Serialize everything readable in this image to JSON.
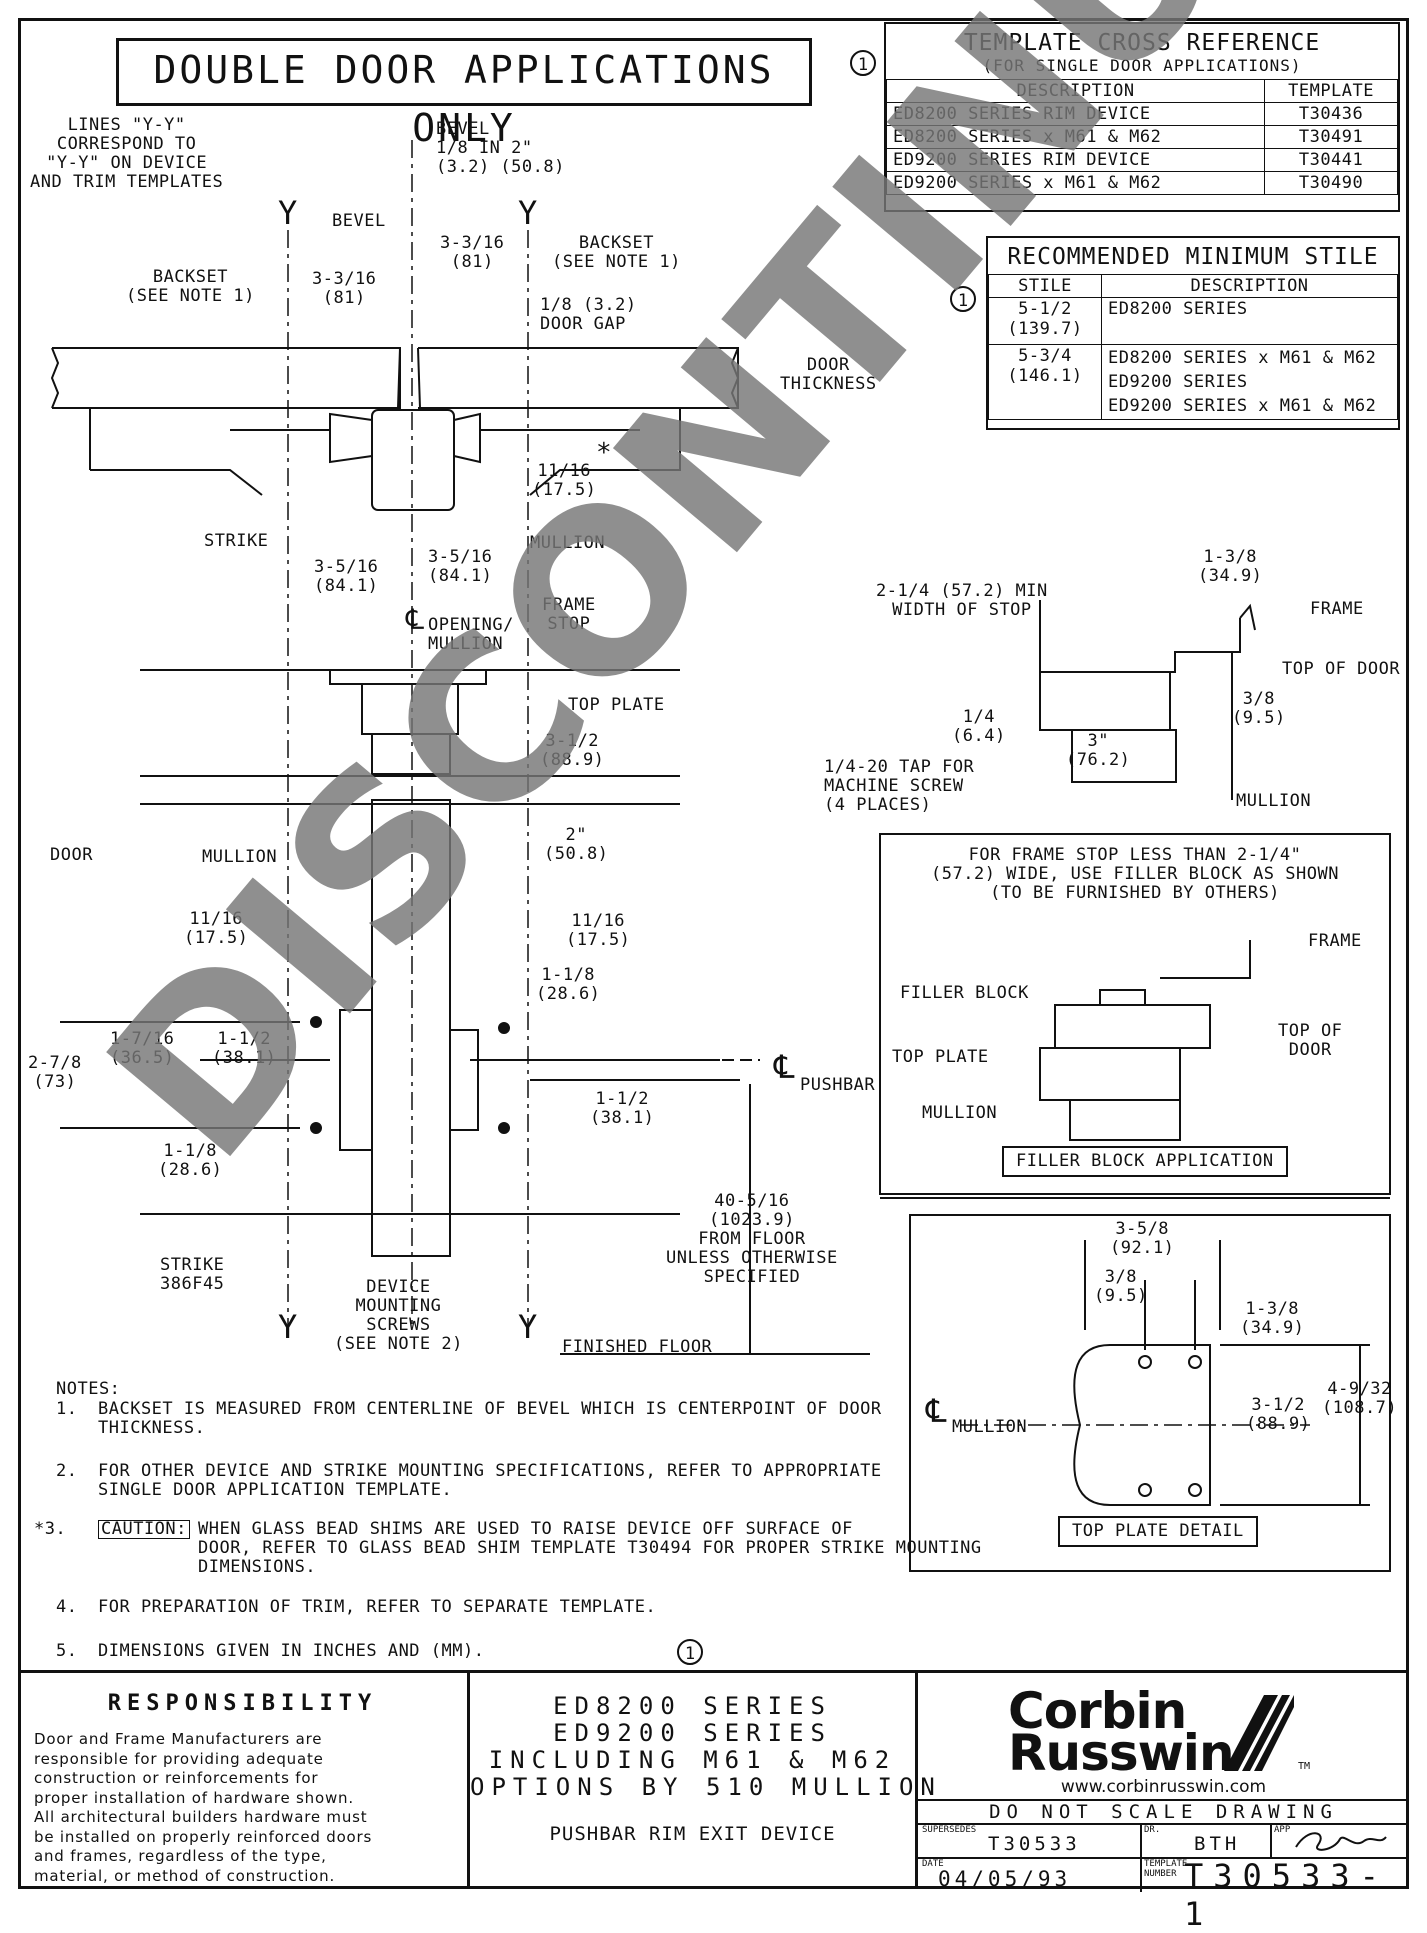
{
  "title": "DOUBLE DOOR APPLICATIONS ONLY",
  "revision_mark": "1",
  "watermark": "DISCONTINUED",
  "template_xref": {
    "title": "TEMPLATE CROSS REFERENCE",
    "subtitle": "(FOR SINGLE DOOR APPLICATIONS)",
    "headers": [
      "DESCRIPTION",
      "TEMPLATE"
    ],
    "rows": [
      [
        "ED8200 SERIES RIM DEVICE",
        "T30436"
      ],
      [
        "ED8200 SERIES x M61 & M62",
        "T30491"
      ],
      [
        "ED9200 SERIES RIM DEVICE",
        "T30441"
      ],
      [
        "ED9200 SERIES x M61 & M62",
        "T30490"
      ]
    ]
  },
  "stile_table": {
    "title": "RECOMMENDED MINIMUM STILE",
    "headers": [
      "STILE",
      "DESCRIPTION"
    ],
    "rows": [
      {
        "stile": "5-1/2\n(139.7)",
        "description": "ED8200 SERIES"
      },
      {
        "stile": "5-3/4\n(146.1)",
        "description": "ED8200 SERIES x M61 & M62\nED9200 SERIES\nED9200 SERIES x M61 & M62"
      }
    ]
  },
  "labels": {
    "lines_yy": "LINES \"Y-Y\"\nCORRESPOND TO\n\"Y-Y\" ON DEVICE\nAND TRIM TEMPLATES",
    "bevel_top": "BEVEL\n1/8 IN 2\"\n(3.2) (50.8)",
    "y": "Y",
    "bevel": "BEVEL",
    "backset_left": "BACKSET\n(SEE NOTE 1)",
    "backset_right": "BACKSET\n(SEE NOTE 1)",
    "dim_3_3_16": "3-3/16\n(81)",
    "door_gap": "1/8 (3.2)\nDOOR GAP",
    "door_thickness": "DOOR\nTHICKNESS",
    "dim_11_16_top": "11/16\n(17.5)",
    "asterisk": "*",
    "strike": "STRIKE",
    "mullion_top": "MULLION",
    "dim_3_5_16": "3-5/16\n(84.1)",
    "cl_opening": "OPENING/\nMULLION",
    "frame_stop": "FRAME\nSTOP",
    "top_plate": "TOP PLATE",
    "dim_3_1_2": "3-1/2\n(88.9)",
    "door": "DOOR",
    "mullion": "MULLION",
    "dim_2": "2\"\n(50.8)",
    "dim_11_16": "11/16\n(17.5)",
    "dim_1_1_8": "1-1/8\n(28.6)",
    "dim_1_7_16": "1-7/16\n(36.5)",
    "dim_1_1_2": "1-1/2\n(38.1)",
    "dim_2_7_8": "2-7/8\n(73)",
    "cl_pushbar": "PUSHBAR",
    "cl_symbol": "℄",
    "dim_1_1_2_b": "1-1/2\n(38.1)",
    "dim_1_1_8_b": "1-1/8\n(28.6)",
    "dim_40": "40-5/16\n(1023.9)\nFROM FLOOR\nUNLESS OTHERWISE\nSPECIFIED",
    "strike_386": "STRIKE\n386F45",
    "device_screws": "DEVICE\nMOUNTING\nSCREWS\n(SEE NOTE 2)",
    "finished_floor": "FINISHED FLOOR",
    "stop_width": "2-1/4 (57.2) MIN\nWIDTH OF STOP",
    "dim_1_3_8": "1-3/8\n(34.9)",
    "frame": "FRAME",
    "top_of_door": "TOP OF DOOR",
    "dim_1_4": "1/4\n(6.4)",
    "dim_3_8": "3/8\n(9.5)",
    "dim_3": "3\"\n(76.2)",
    "tap": "1/4-20 TAP FOR\nMACHINE SCREW\n(4 PLACES)",
    "mullion_right": "MULLION"
  },
  "filler": {
    "note": "FOR FRAME STOP LESS THAN 2-1/4\"\n(57.2) WIDE, USE FILLER BLOCK AS SHOWN\n(TO BE FURNISHED BY OTHERS)",
    "frame": "FRAME",
    "filler_block": "FILLER BLOCK",
    "top_of_door": "TOP OF\nDOOR",
    "top_plate": "TOP PLATE",
    "mullion": "MULLION",
    "caption": "FILLER BLOCK APPLICATION"
  },
  "top_plate_detail": {
    "dim_3_5_8": "3-5/8\n(92.1)",
    "dim_3_8": "3/8\n(9.5)",
    "dim_1_3_8": "1-3/8\n(34.9)",
    "dim_3_1_2": "3-1/2\n(88.9)",
    "dim_4_9_32": "4-9/32\n(108.7)",
    "cl_mullion": "MULLION",
    "caption": "TOP PLATE DETAIL"
  },
  "notes": {
    "heading": "NOTES:",
    "items": [
      {
        "num": "1.",
        "text": "BACKSET IS MEASURED FROM CENTERLINE OF BEVEL WHICH IS CENTERPOINT OF DOOR\nTHICKNESS."
      },
      {
        "num": "2.",
        "text": "FOR OTHER DEVICE AND STRIKE MOUNTING SPECIFICATIONS, REFER TO APPROPRIATE\nSINGLE DOOR APPLICATION TEMPLATE."
      },
      {
        "num": "*3.",
        "caution": "CAUTION:",
        "text": "WHEN GLASS BEAD SHIMS ARE USED TO RAISE DEVICE OFF SURFACE OF\nDOOR, REFER TO GLASS BEAD SHIM TEMPLATE T30494 FOR PROPER STRIKE MOUNTING\nDIMENSIONS."
      },
      {
        "num": "4.",
        "text": "FOR PREPARATION OF TRIM, REFER TO SEPARATE TEMPLATE."
      },
      {
        "num": "5.",
        "text": "DIMENSIONS GIVEN IN INCHES AND (MM)."
      }
    ]
  },
  "title_block": {
    "responsibility_title": "RESPONSIBILITY",
    "responsibility_text": "Door and Frame Manufacturers are\nresponsible for providing adequate\nconstruction or reinforcements for\nproper installation of hardware shown.\nAll architectural builders hardware must\nbe installed on properly reinforced doors\nand frames, regardless of the type,\nmaterial, or method of construction.",
    "series": "ED8200 SERIES\nED9200 SERIES\nINCLUDING M61 & M62\nOPTIONS BY 510 MULLION",
    "product": "PUSHBAR RIM EXIT DEVICE",
    "logo_line1": "Corbin",
    "logo_line2": "Russwin",
    "tm": "TM",
    "website": "www.corbinrusswin.com",
    "do_not_scale": "DO NOT SCALE DRAWING",
    "supersedes_label": "SUPERSEDES",
    "supersedes": "T30533",
    "dr_label": "DR.",
    "dr": "BTH",
    "app_label": "APP",
    "date_label": "DATE",
    "date": "04/05/93",
    "template_label": "TEMPLATE\nNUMBER",
    "template_number": "T30533-1"
  }
}
